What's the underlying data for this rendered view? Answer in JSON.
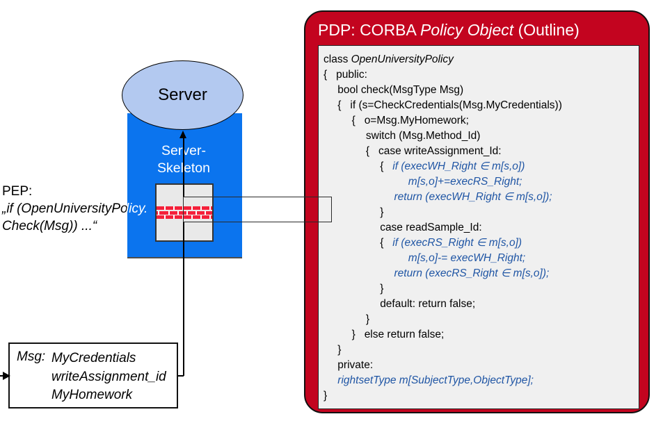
{
  "colors": {
    "pdp_red": "#c3041f",
    "server_blue": "#0b74ee",
    "ellipse_blue": "#b3c9f0",
    "panel_gray": "#f0f0f0",
    "code_blue": "#1f55a4",
    "brick_red": "#f5203a"
  },
  "pdp": {
    "title": {
      "prefix": "PDP: CORBA ",
      "italic": "Policy Object",
      "suffix": " (Outline)"
    },
    "code_lines": [
      {
        "indent": 0,
        "segs": [
          [
            "class ",
            "k"
          ],
          [
            "OpenUniversityPolicy",
            "ki"
          ]
        ]
      },
      {
        "indent": 0,
        "segs": [
          [
            "{   public:",
            "k"
          ]
        ]
      },
      {
        "indent": 1,
        "segs": [
          [
            "bool check(MsgType Msg)",
            "k"
          ]
        ]
      },
      {
        "indent": 1,
        "segs": [
          [
            "{   if (s=CheckCredentials(Msg.MyCredentials))",
            "k"
          ]
        ]
      },
      {
        "indent": 2,
        "segs": [
          [
            "{   o=Msg.MyHomework;",
            "k"
          ]
        ]
      },
      {
        "indent": 3,
        "segs": [
          [
            "switch (Msg.Method_Id)",
            "k"
          ]
        ]
      },
      {
        "indent": 3,
        "segs": [
          [
            "{   case writeAssignment_Id:",
            "k"
          ]
        ]
      },
      {
        "indent": 4,
        "segs": [
          [
            "{   ",
            "k"
          ],
          [
            "if (execWH_Right ∈ m[s,o])",
            "b"
          ]
        ]
      },
      {
        "indent": 6,
        "segs": [
          [
            "m[s,o]+=execRS_Right;",
            "b"
          ]
        ]
      },
      {
        "indent": 5,
        "segs": [
          [
            "return (execWH_Right ∈ m[s,o]);",
            "b"
          ]
        ]
      },
      {
        "indent": 4,
        "segs": [
          [
            "}",
            "k"
          ]
        ]
      },
      {
        "indent": 4,
        "segs": [
          [
            "case readSample_Id:",
            "k"
          ]
        ]
      },
      {
        "indent": 4,
        "segs": [
          [
            "{   ",
            "k"
          ],
          [
            "if (execRS_Right ∈ m[s,o])",
            "b"
          ]
        ]
      },
      {
        "indent": 6,
        "segs": [
          [
            "m[s,o]-= execWH_Right;",
            "b"
          ]
        ]
      },
      {
        "indent": 5,
        "segs": [
          [
            "return (execRS_Right ∈ m[s,o]);",
            "b"
          ]
        ]
      },
      {
        "indent": 4,
        "segs": [
          [
            "}",
            "k"
          ]
        ]
      },
      {
        "indent": 4,
        "segs": [
          [
            "default: return false;",
            "k"
          ]
        ]
      },
      {
        "indent": 3,
        "segs": [
          [
            "}",
            "k"
          ]
        ]
      },
      {
        "indent": 2,
        "segs": [
          [
            "}   else return false;",
            "k"
          ]
        ]
      },
      {
        "indent": 1,
        "segs": [
          [
            "}",
            "k"
          ]
        ]
      },
      {
        "indent": 1,
        "segs": [
          [
            "private:",
            "k"
          ]
        ]
      },
      {
        "indent": 1,
        "segs": [
          [
            "rightsetType m[SubjectType,ObjectType];",
            "b"
          ]
        ]
      },
      {
        "indent": 0,
        "segs": [
          [
            "}",
            "k"
          ]
        ]
      }
    ]
  },
  "server": {
    "label": "Server",
    "skeleton_lines": [
      "Server-",
      "Skeleton"
    ]
  },
  "pep": {
    "heading": "PEP:",
    "line2_black": "„if (OpenUniversityPo",
    "line2_white": "licy.",
    "line3": "Check(Msg)) ...“"
  },
  "msg_box": {
    "label": "Msg:",
    "items": [
      "MyCredentials",
      "writeAssignment_id",
      "MyHomework"
    ]
  }
}
